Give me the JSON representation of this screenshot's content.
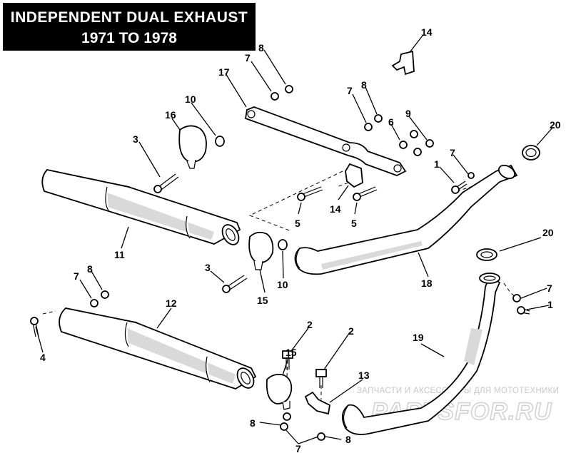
{
  "title": {
    "line1": "INDEPENDENT DUAL EXHAUST",
    "line2": "1971 TO 1978"
  },
  "watermark": {
    "caption": "ЗАПЧАСТИ И АКСЕССУАРЫ ДЛЯ МОТОТЕХНИКИ",
    "logo_text": "PARTSFOR.RU"
  },
  "callouts": [
    {
      "id": "c-8a",
      "label": "8",
      "part": "nut"
    },
    {
      "id": "c-7a",
      "label": "7",
      "part": "lock-washer"
    },
    {
      "id": "c-14a",
      "label": "14",
      "part": "bracket"
    },
    {
      "id": "c-17",
      "label": "17",
      "part": "crossover-bracket"
    },
    {
      "id": "c-10a",
      "label": "10",
      "part": "spacer"
    },
    {
      "id": "c-16",
      "label": "16",
      "part": "clamp"
    },
    {
      "id": "c-3a",
      "label": "3",
      "part": "bolt"
    },
    {
      "id": "c-7b",
      "label": "7",
      "part": "lock-washer"
    },
    {
      "id": "c-8b",
      "label": "8",
      "part": "nut"
    },
    {
      "id": "c-6",
      "label": "6",
      "part": "washer"
    },
    {
      "id": "c-9",
      "label": "9",
      "part": "nut"
    },
    {
      "id": "c-20a",
      "label": "20",
      "part": "gasket"
    },
    {
      "id": "c-7c",
      "label": "7",
      "part": "lock-washer"
    },
    {
      "id": "c-1a",
      "label": "1",
      "part": "screw"
    },
    {
      "id": "c-14b",
      "label": "14",
      "part": "bracket"
    },
    {
      "id": "c-5a",
      "label": "5",
      "part": "bolt"
    },
    {
      "id": "c-5b",
      "label": "5",
      "part": "bolt"
    },
    {
      "id": "c-11",
      "label": "11",
      "part": "muffler"
    },
    {
      "id": "c-3b",
      "label": "3",
      "part": "bolt"
    },
    {
      "id": "c-15a",
      "label": "15",
      "part": "clamp"
    },
    {
      "id": "c-10b",
      "label": "10",
      "part": "spacer"
    },
    {
      "id": "c-18",
      "label": "18",
      "part": "front-exhaust-pipe"
    },
    {
      "id": "c-20b",
      "label": "20",
      "part": "gasket"
    },
    {
      "id": "c-7d",
      "label": "7",
      "part": "lock-washer"
    },
    {
      "id": "c-1b",
      "label": "1",
      "part": "screw"
    },
    {
      "id": "c-7e",
      "label": "7",
      "part": "lock-washer"
    },
    {
      "id": "c-8c",
      "label": "8",
      "part": "nut"
    },
    {
      "id": "c-4",
      "label": "4",
      "part": "bolt"
    },
    {
      "id": "c-12",
      "label": "12",
      "part": "muffler"
    },
    {
      "id": "c-2a",
      "label": "2",
      "part": "bolt"
    },
    {
      "id": "c-2b",
      "label": "2",
      "part": "bolt"
    },
    {
      "id": "c-15b",
      "label": "15",
      "part": "clamp"
    },
    {
      "id": "c-13",
      "label": "13",
      "part": "bracket"
    },
    {
      "id": "c-19",
      "label": "19",
      "part": "rear-exhaust-pipe"
    },
    {
      "id": "c-8d",
      "label": "8",
      "part": "nut"
    },
    {
      "id": "c-7f",
      "label": "7",
      "part": "lock-washer"
    },
    {
      "id": "c-8e",
      "label": "8",
      "part": "nut"
    }
  ]
}
